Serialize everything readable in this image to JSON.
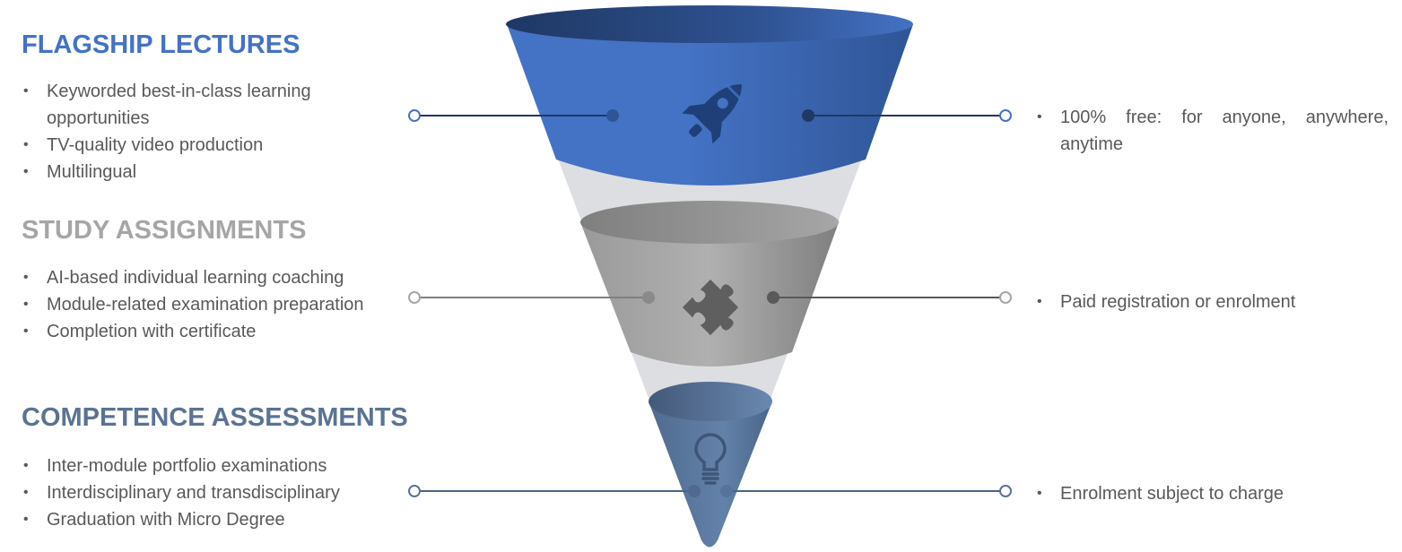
{
  "colors": {
    "flagship": "#4472c4",
    "study": "#a6a6a6",
    "competence": "#5a7394",
    "text": "#595959",
    "funnel_back": "#dcdee2"
  },
  "stages": [
    {
      "title": "FLAGSHIP LECTURES",
      "icon": "rocket-icon",
      "features": [
        "Keyworded best-in-class learning opportunities",
        "TV-quality video production",
        "Multilingual"
      ],
      "access": [
        "100% free: for anyone, anywhere, anytime"
      ]
    },
    {
      "title": "STUDY ASSIGNMENTS",
      "icon": "puzzle-icon",
      "features": [
        "AI-based individual learning coaching",
        "Module-related examination preparation",
        "Completion with  certificate"
      ],
      "access": [
        "Paid registration or enrolment"
      ]
    },
    {
      "title": "COMPETENCE ASSESSMENTS",
      "icon": "lightbulb-icon",
      "features": [
        "Inter-module portfolio examinations",
        "Interdisciplinary and transdisciplinary",
        "Graduation with Micro Degree"
      ],
      "access": [
        "Enrolment subject to charge"
      ]
    }
  ]
}
